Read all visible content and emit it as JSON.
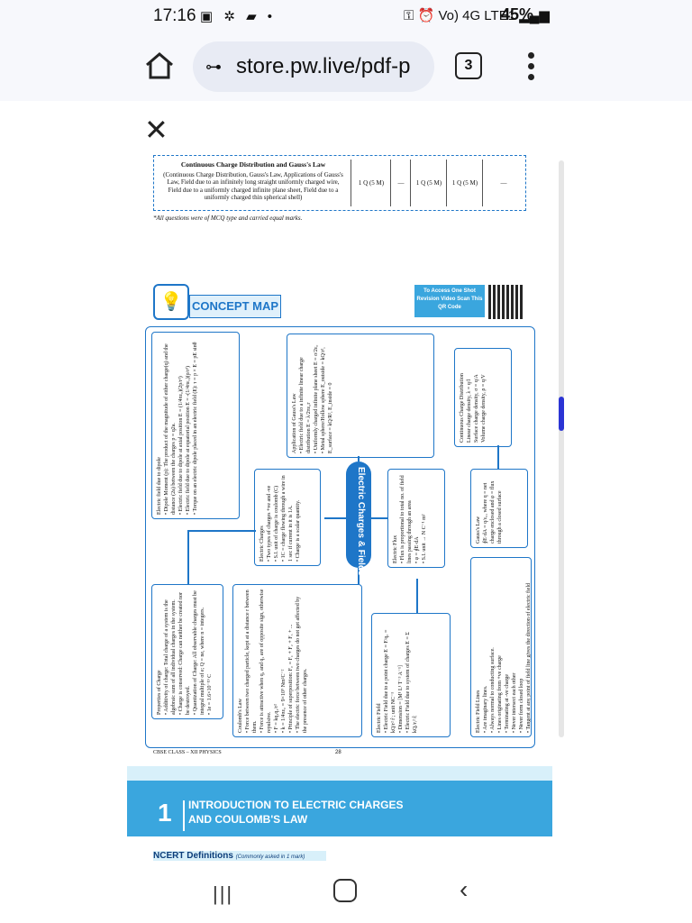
{
  "status_bar": {
    "time": "17:16",
    "signal": "Vo) 4G LTE1",
    "battery": "45%"
  },
  "browser": {
    "url": "store.pw.live/pdf-p",
    "tab_count": "3"
  },
  "table": {
    "title": "Continuous Charge Distribution and Gauss's Law",
    "desc": "(Continuous Charge Distribution, Gauss's Law, Applications of Gauss's Law, Field due to an infinitely long straight uniformly charged wire, Field due to a uniformly charged infinite plane sheet, Field due to a uniformly charged thin spherical shell)",
    "cells": [
      "1 Q (5 M)",
      "—",
      "1 Q (5 M)",
      "1 Q (5 M)",
      "—"
    ],
    "note": "*All questions were of MCQ type and carried equal marks."
  },
  "concept_map": {
    "heading": "CONCEPT MAP",
    "qr_text": "To Access One Shot Revision Video Scan This QR Code",
    "center": "Electric Charges & Fields",
    "boxes": {
      "dipole": "Electric field due to dipole\n• Dipole Moment (p): The product of the magnitude of either charge(q) and the distance (2a) between the charges p = q2a.\n• Electric field due to dipole at axial position E = (1/4πε₀)(2p/r³)\n• Electric field due to dipole at equatorial position E = -(1/4πε₀)(p/r³)\n• Torque on an electric dipole placed in an electric field (E): τ = p × E = pE sinθ",
      "gauss_app": "Application of Gauss's Law\n• Electric field due to a infinite linear charge distribution E = λ/2πε₀r\n• Uniformly charged infinite plane sheet E = σ/2ε₀\n• Metal sphere/Hollow sphere E_outside = kQ/r², E_surface = kQ/R², E_inside = 0",
      "continuous": "Continuous Charge Distribution\nLinear charge density, λ = q/l\nSurface charge density, σ = q/A\nVolume charge density, ρ = q/V",
      "charges": "Electric Charges\n• Two types of charges +ve and -ve\n• S.I. unit of charge is coulomb (C)\n• 1C = charge flowing through a wire in 1 sec if current in it is 1A.\n• Charge is a scalar quantity.",
      "flux": "Electric Flux\n• Flux is proportional to total no. of field lines passing through an area\n• φ = ∮E·dA\n• S.I. unit → N C⁻¹ m²",
      "gauss": "Gauss's Law\n∮E·dA = q/ε₀, where q = net charge enclosed and φ = flux through a closed surface",
      "properties": "Properties of Charge\n• Additivity of charge: Total charge of a system is the algebraic sum of all individual charges in the system.\n• Charge is conserved: Charge can neither be created nor be destroyed.\n• Quantization of Charge: All observable charges must be integral multiple of e; Q = ne, where n = integers.\n• 1e = 1.6×10⁻¹⁹ C",
      "coulomb": "Coulomb's Law\n• Force between two charged particle, kept at a distance r between them.\n• Force is attractive when q₁ and q₂ are of opposite sign, otherwise repulsive.\n• F = kq₁q₂/r²\n• k = 1/4πε₀ = 9×10⁹ Nm²C⁻²\n• Principle of superposition: F₀ = F₁ + F₂ + F₃ + ...\n• The electric force between two charges do not get affected by the presence of other charges.",
      "field": "Electric Field\n• Electric Field due to a point charge E = F/q₀ = kQ/r² r̂ ; unit NC⁻¹\n• Dimension = [M¹ L¹ T⁻³ A⁻¹]\n• Electric Field due to system of charges E = Σ kQᵢ/rᵢ² r̂ᵢ",
      "lines": "Electric Field Lines\n• Are imaginary lines.\n• Always normal to conducting surface.\n• Lines originating from +ve charge\n• Terminating at -ve charge\n• Never intersect each other\n• Never form closed loop\n• Tangent at any point of field line gives the direction of electric field"
    }
  },
  "page_footer": {
    "left": "CBSE CLASS – XII PHYSICS",
    "page": "28"
  },
  "chapter": {
    "number": "1",
    "line1": "INTRODUCTION TO ELECTRIC CHARGES",
    "line2": "AND COULOMB'S LAW"
  },
  "ncert": {
    "label": "NCERT Definitions",
    "sub": "(Commonly asked in 1 mark)"
  }
}
